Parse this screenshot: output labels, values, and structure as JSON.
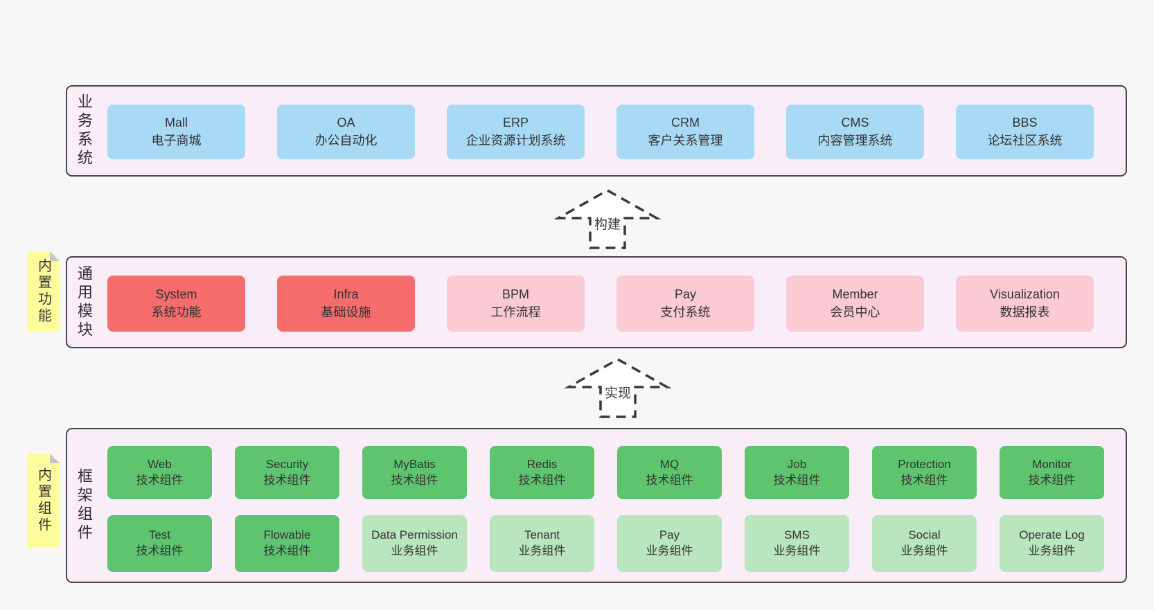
{
  "panels": {
    "business": {
      "side_label": "业务系统",
      "boxes": [
        {
          "en": "Mall",
          "zh": "电子商城"
        },
        {
          "en": "OA",
          "zh": "办公自动化"
        },
        {
          "en": "ERP",
          "zh": "企业资源计划系统"
        },
        {
          "en": "CRM",
          "zh": "客户关系管理"
        },
        {
          "en": "CMS",
          "zh": "内容管理系统"
        },
        {
          "en": "BBS",
          "zh": "论坛社区系统"
        }
      ]
    },
    "modules": {
      "side_label": "通用模块",
      "sticky_tag": "内置功能",
      "boxes": [
        {
          "en": "System",
          "zh": "系统功能",
          "variant": "red"
        },
        {
          "en": "Infra",
          "zh": "基础设施",
          "variant": "red"
        },
        {
          "en": "BPM",
          "zh": "工作流程",
          "variant": "pink"
        },
        {
          "en": "Pay",
          "zh": "支付系统",
          "variant": "pink"
        },
        {
          "en": "Member",
          "zh": "会员中心",
          "variant": "pink"
        },
        {
          "en": "Visualization",
          "zh": "数据报表",
          "variant": "pink"
        }
      ]
    },
    "components": {
      "side_label": "框架组件",
      "sticky_tag": "内置组件",
      "row1": [
        {
          "en": "Web",
          "zh": "技术组件",
          "variant": "green-dark"
        },
        {
          "en": "Security",
          "zh": "技术组件",
          "variant": "green-dark"
        },
        {
          "en": "MyBatis",
          "zh": "技术组件",
          "variant": "green-dark"
        },
        {
          "en": "Redis",
          "zh": "技术组件",
          "variant": "green-dark"
        },
        {
          "en": "MQ",
          "zh": "技术组件",
          "variant": "green-dark"
        },
        {
          "en": "Job",
          "zh": "技术组件",
          "variant": "green-dark"
        },
        {
          "en": "Protection",
          "zh": "技术组件",
          "variant": "green-dark"
        },
        {
          "en": "Monitor",
          "zh": "技术组件",
          "variant": "green-dark"
        }
      ],
      "row2": [
        {
          "en": "Test",
          "zh": "技术组件",
          "variant": "green-dark"
        },
        {
          "en": "Flowable",
          "zh": "技术组件",
          "variant": "green-dark"
        },
        {
          "en": "Data Permission",
          "zh": "业务组件",
          "variant": "green-light"
        },
        {
          "en": "Tenant",
          "zh": "业务组件",
          "variant": "green-light"
        },
        {
          "en": "Pay",
          "zh": "业务组件",
          "variant": "green-light"
        },
        {
          "en": "SMS",
          "zh": "业务组件",
          "variant": "green-light"
        },
        {
          "en": "Social",
          "zh": "业务组件",
          "variant": "green-light"
        },
        {
          "en": "Operate Log",
          "zh": "业务组件",
          "variant": "green-light"
        }
      ]
    }
  },
  "arrows": {
    "build": {
      "label": "构建"
    },
    "implement": {
      "label": "实现"
    }
  },
  "colors": {
    "canvas_bg": "#f7f7f7",
    "panel_bg": "#f9eef7",
    "panel_border": "#474747",
    "blue": "#a9daf5",
    "red": "#f56d6d",
    "pink": "#fbcad4",
    "green_dark": "#5ec46e",
    "green_light": "#b9e6be",
    "sticky_yellow": "#fcfc9d",
    "arrow_stroke": "#3a3a3a",
    "text": "#333333"
  }
}
